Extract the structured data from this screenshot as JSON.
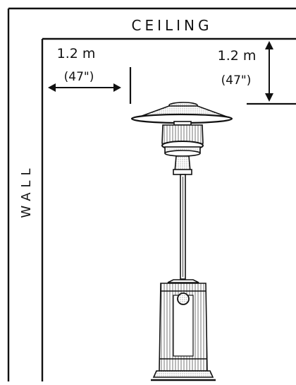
{
  "diagram": {
    "ceiling_label": "CEILING",
    "wall_label": "WALL",
    "side_clearance": {
      "metric": "1.2 m",
      "imperial": "(47\")"
    },
    "top_clearance": {
      "metric": "1.2 m",
      "imperial": "(47\")"
    },
    "colors": {
      "line": "#111111",
      "fill": "#ffffff",
      "shade": "#777777"
    },
    "icons": [
      "patio-heater-icon",
      "double-arrow-icon"
    ]
  }
}
